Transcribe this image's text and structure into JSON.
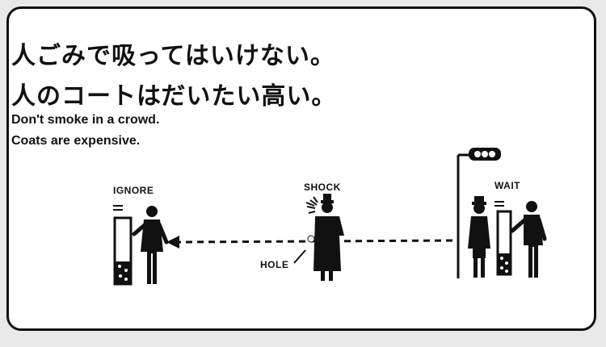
{
  "jp_line1": "人ごみで吸ってはいけない。",
  "jp_line2": "人のコートはだいたい高い。",
  "en_line1": "Don't smoke in a crowd.",
  "en_line2": "Coats are expensive.",
  "labels": {
    "ignore": "IGNORE",
    "shock": "SHOCK",
    "hole": "HOLE",
    "wait": "WAIT"
  },
  "colors": {
    "ink": "#111111",
    "sign_background": "#ffffff",
    "wall": "#e9e9e9"
  }
}
